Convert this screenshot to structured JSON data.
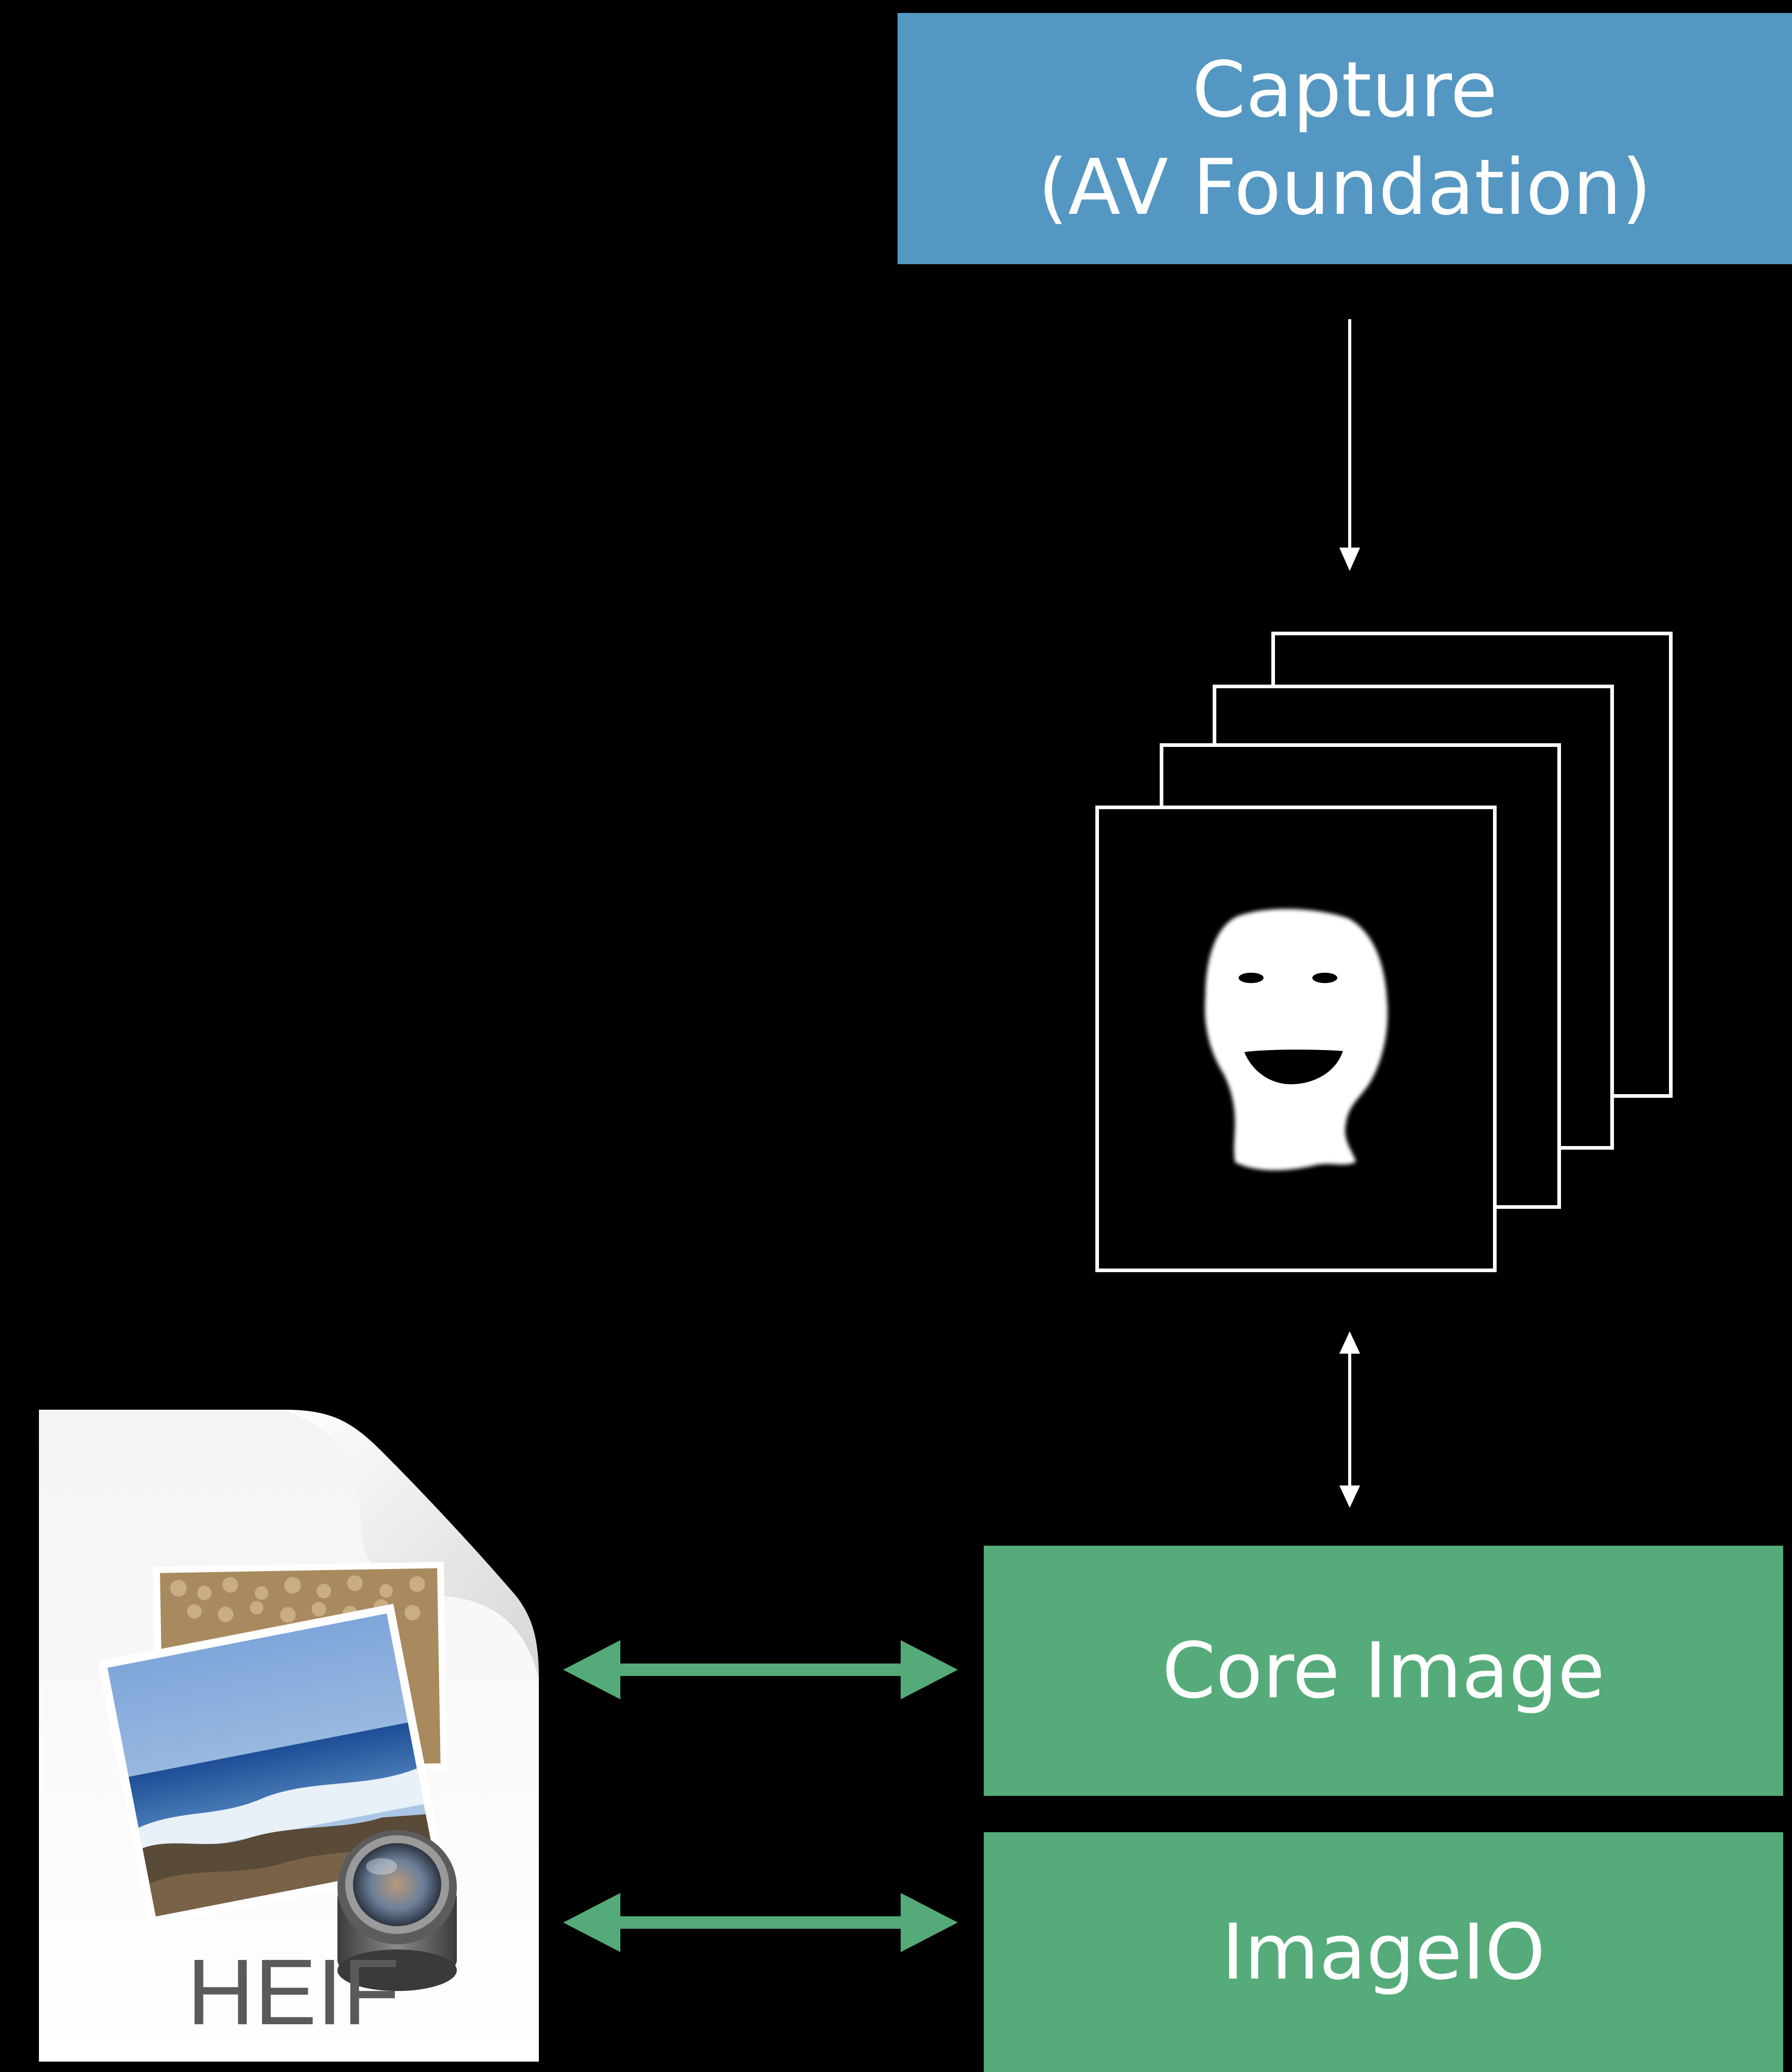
{
  "capture": {
    "line1": "Capture",
    "line2": "(AV Foundation)"
  },
  "core_image": {
    "label": "Core Image"
  },
  "imageio": {
    "label": "ImageIO"
  },
  "heif_file": {
    "label": "HEIF"
  },
  "colors": {
    "capture_blue": "#5497c2",
    "framework_green": "#55ab79",
    "arrow_green": "#54ab79",
    "background": "#000000"
  },
  "icons": [
    "heif-file-icon",
    "preview-app-icon",
    "depth-mask-frame-stack"
  ]
}
